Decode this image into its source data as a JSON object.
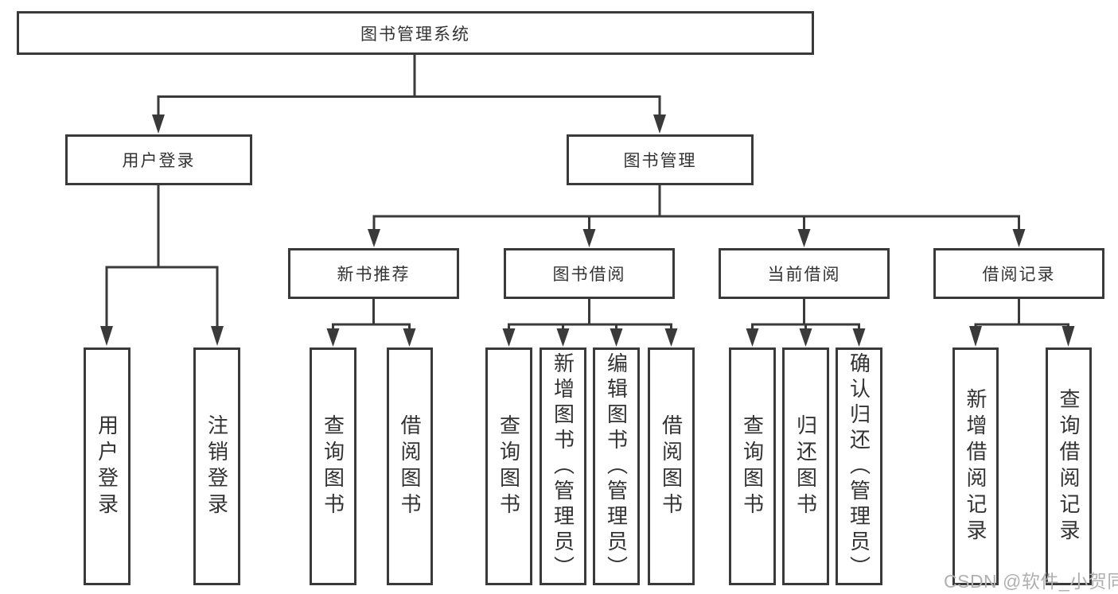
{
  "diagram": {
    "root": "图书管理系统",
    "login": {
      "label": "用户登录",
      "children": [
        "用户登录",
        "注销登录"
      ]
    },
    "management": {
      "label": "图书管理",
      "sections": [
        {
          "label": "新书推荐",
          "children": [
            "查询图书",
            "借阅图书"
          ]
        },
        {
          "label": "图书借阅",
          "children": [
            "查询图书",
            "新增图书（管理员）",
            "编辑图书（管理员）",
            "借阅图书"
          ]
        },
        {
          "label": "当前借阅",
          "children": [
            "查询图书",
            "归还图书",
            "确认归还（管理员）"
          ]
        },
        {
          "label": "借阅记录",
          "children": [
            "新增借阅记录",
            "查询借阅记录"
          ]
        }
      ]
    }
  },
  "watermark": "CSDN @软件_小贺同学",
  "colors": {
    "line": "#3a3a3a",
    "text": "#333333",
    "watermark": "#b0b0b0",
    "background": "#ffffff"
  }
}
